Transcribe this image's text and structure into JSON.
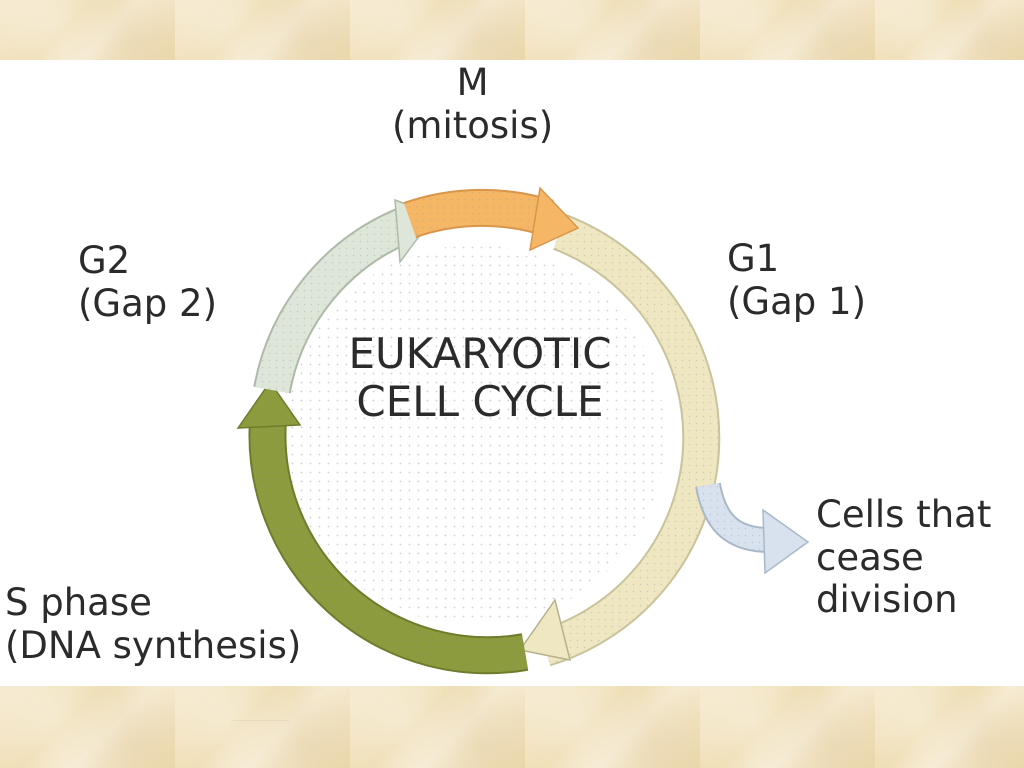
{
  "center": {
    "line1": "EUKARYOTIC",
    "line2": "CELL CYCLE"
  },
  "phases": {
    "m": {
      "name": "M",
      "detail": "(mitosis)"
    },
    "g1": {
      "name": "G1",
      "detail": "(Gap 1)"
    },
    "g2": {
      "name": "G2",
      "detail": "(Gap 2)"
    },
    "s": {
      "name": "S phase",
      "detail": "(DNA synthesis)"
    }
  },
  "exit": {
    "line1": "Cells that",
    "line2": "cease",
    "line3": "division"
  },
  "colors": {
    "m_arrow": "#f5b766",
    "g1_arrow": "#efe7c2",
    "g2_arrow": "#dde6d8",
    "s_arrow": "#8c9b3e",
    "exit_arrow": "#d8e2ef",
    "band": "#f3e6c4"
  },
  "icons": [
    "cycle-arrow",
    "exit-arrow"
  ]
}
